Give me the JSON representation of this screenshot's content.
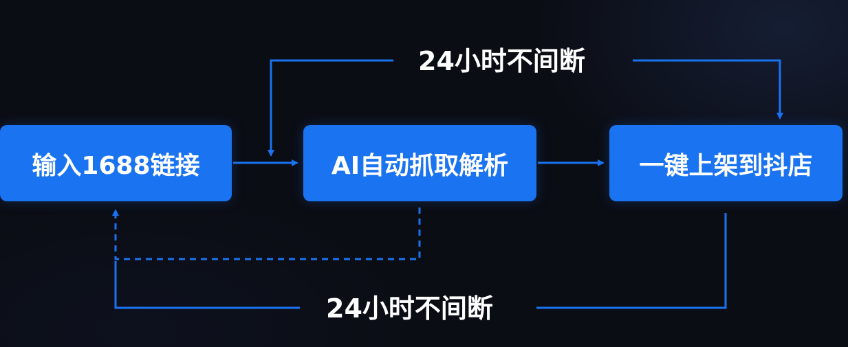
{
  "nodes": {
    "input_link": "输入1688链接",
    "ai_parse": "AI自动抓取解析",
    "publish": "一键上架到抖店"
  },
  "loops": {
    "top_label": "24小时不间断",
    "bottom_label": "24小时不间断"
  },
  "colors": {
    "background": "#0b0d14",
    "node_fill": "#1a73f0",
    "connector": "#1a73f0",
    "text": "#ffffff"
  }
}
